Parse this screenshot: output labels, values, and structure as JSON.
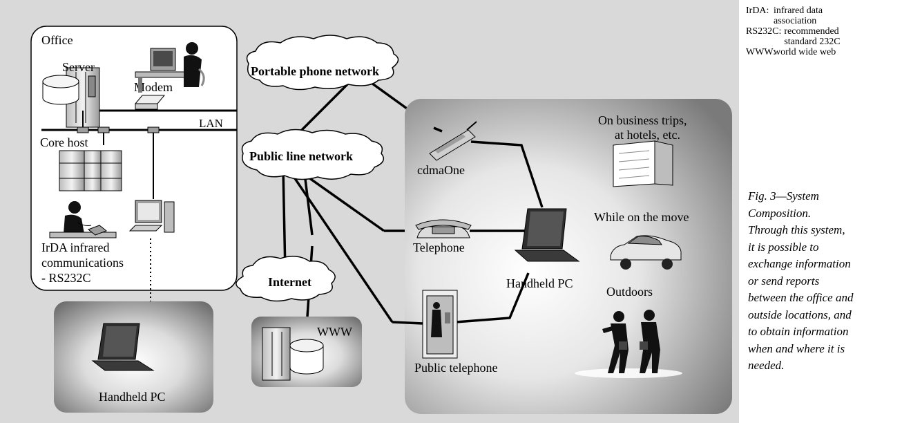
{
  "legend": [
    {
      "abbr": "IrDA:",
      "def_lines": [
        "infrared data",
        "association"
      ]
    },
    {
      "abbr": "RS232C:",
      "def_lines": [
        "recommended",
        "standard 232C"
      ]
    },
    {
      "abbr": "WWW:",
      "def_lines": [
        "world wide web"
      ]
    }
  ],
  "caption_lines": [
    "Fig. 3—System",
    "Composition.",
    "Through this system,",
    "it is possible to",
    "exchange information",
    "or send reports",
    "between the office and",
    "outside locations, and",
    "to obtain information",
    "when and where it is",
    "needed."
  ],
  "office": {
    "title": "Office",
    "server": "Server",
    "modem": "Modem",
    "lan": "LAN",
    "core_host": "Core host",
    "irda_line1": "IrDA infrared",
    "irda_line2": "communications",
    "irda_line3": "- RS232C"
  },
  "networks": {
    "portable": "Portable phone network",
    "public_line": "Public line network",
    "internet": "Internet"
  },
  "labels": {
    "www": "WWW",
    "handheld_left": "Handheld PC",
    "cdmaone": "cdmaOne",
    "telephone": "Telephone",
    "public_telephone": "Public telephone",
    "handheld_right": "Handheld PC",
    "business_line1": "On business trips,",
    "business_line2": "at hotels, etc.",
    "moving": "While on the move",
    "outdoors": "Outdoors"
  },
  "colors": {
    "panel_bg": "#d9d9d9",
    "region_dark": "#8c8c8c",
    "line": "#000000"
  }
}
